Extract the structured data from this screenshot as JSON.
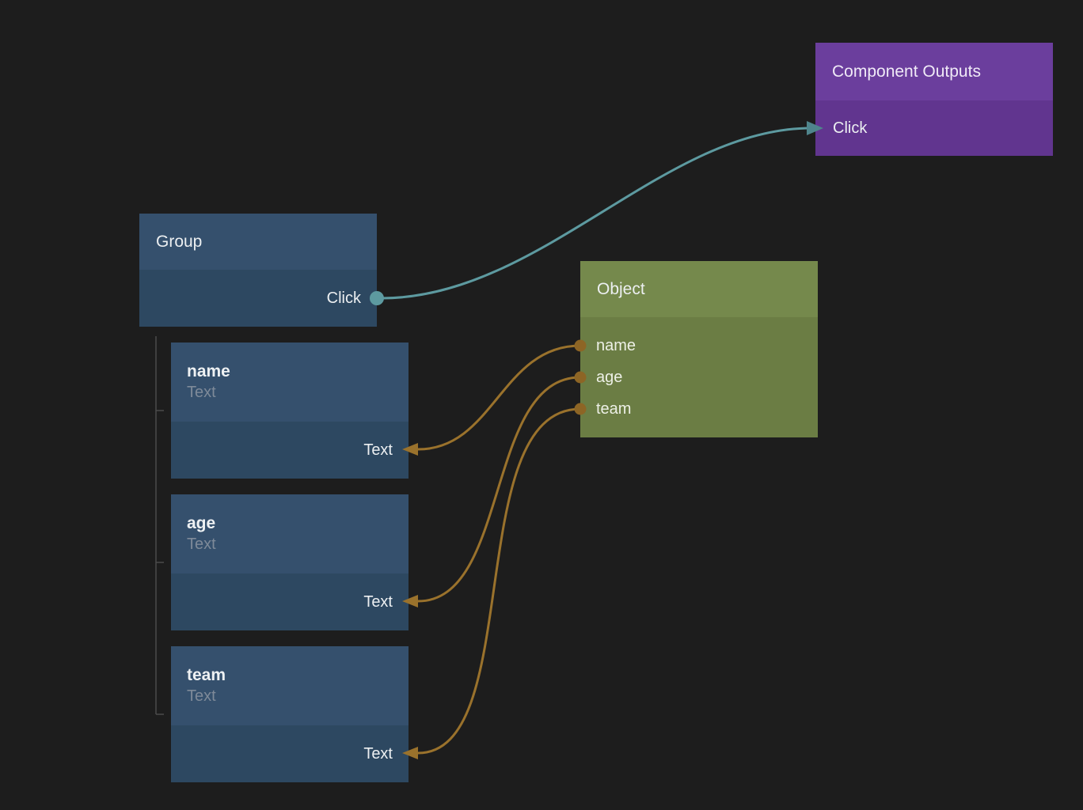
{
  "app": {
    "type": "node-graph-editor",
    "background": "#1d1d1d"
  },
  "colors": {
    "teal_edge": "#5d9aa0",
    "teal_port": "#5d9aa0",
    "teal_arrow": "#4f858c",
    "orange_edge": "#9a722c",
    "orange_port": "#8d6525",
    "orange_arrow": "#9a722c",
    "blue_header": "#35506d",
    "blue_body": "#2d4861",
    "olive_header": "#75894c",
    "olive_body": "#6b7d44",
    "purple_header": "#6b3e9d",
    "purple_body": "#61358f",
    "tree_line": "#4b4b4b"
  },
  "nodes": {
    "component_outputs": {
      "title": "Component Outputs",
      "input_label": "Click"
    },
    "group": {
      "title": "Group",
      "output_label": "Click"
    },
    "object": {
      "title": "Object",
      "output_labels": [
        "name",
        "age",
        "team"
      ]
    },
    "children": [
      {
        "title": "name",
        "subtitle": "Text",
        "input_label": "Text"
      },
      {
        "title": "age",
        "subtitle": "Text",
        "input_label": "Text"
      },
      {
        "title": "team",
        "subtitle": "Text",
        "input_label": "Text"
      }
    ]
  },
  "edges": [
    {
      "from": "group.click",
      "to": "component_outputs.click",
      "color": "teal"
    },
    {
      "from": "object.name",
      "to": "name.text",
      "color": "orange"
    },
    {
      "from": "object.age",
      "to": "age.text",
      "color": "orange"
    },
    {
      "from": "object.team",
      "to": "team.text",
      "color": "orange"
    }
  ]
}
